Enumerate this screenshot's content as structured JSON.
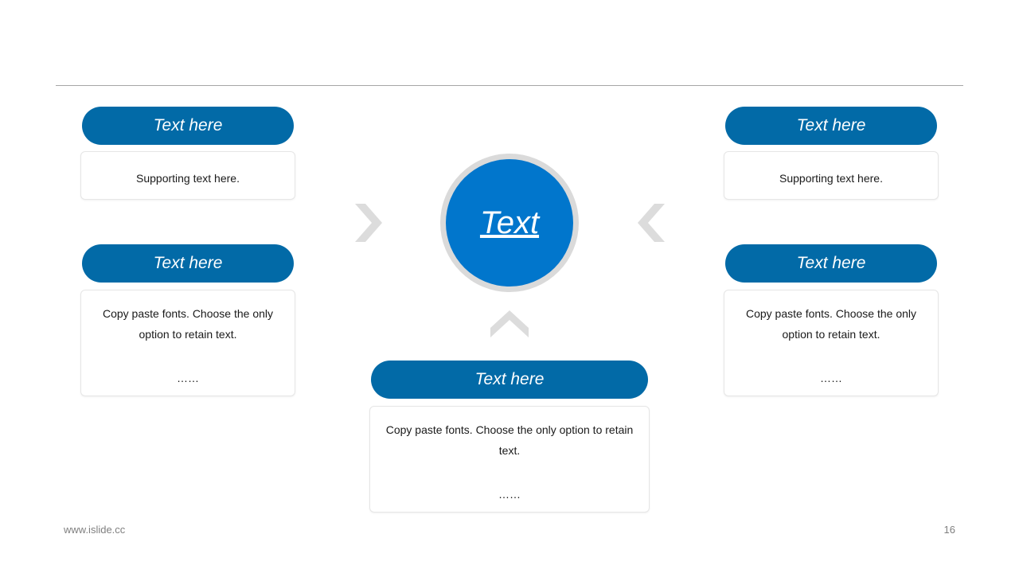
{
  "colors": {
    "pill": "#026aa7",
    "center_circle": "#0176cc",
    "center_ring": "#dadada",
    "chevron": "#dcdcdc",
    "rule": "#a6a6a6"
  },
  "center": {
    "label": "Text"
  },
  "left_top": {
    "title": "Text here",
    "text": "Supporting  text here."
  },
  "left_bottom": {
    "title": "Text here",
    "text_line1": "Copy paste fonts. Choose the only",
    "text_line2": "option to retain  text.",
    "dots": "……"
  },
  "right_top": {
    "title": "Text here",
    "text": "Supporting  text here."
  },
  "right_bottom": {
    "title": "Text here",
    "text_line1": "Copy paste fonts. Choose the only",
    "text_line2": "option to retain  text.",
    "dots": "……"
  },
  "bottom_center": {
    "title": "Text here",
    "text_line1": "Copy paste fonts. Choose the only  option to retain",
    "text_line2": "text.",
    "dots": "……"
  },
  "footer": {
    "website": "www.islide.cc",
    "page_number": "16"
  }
}
